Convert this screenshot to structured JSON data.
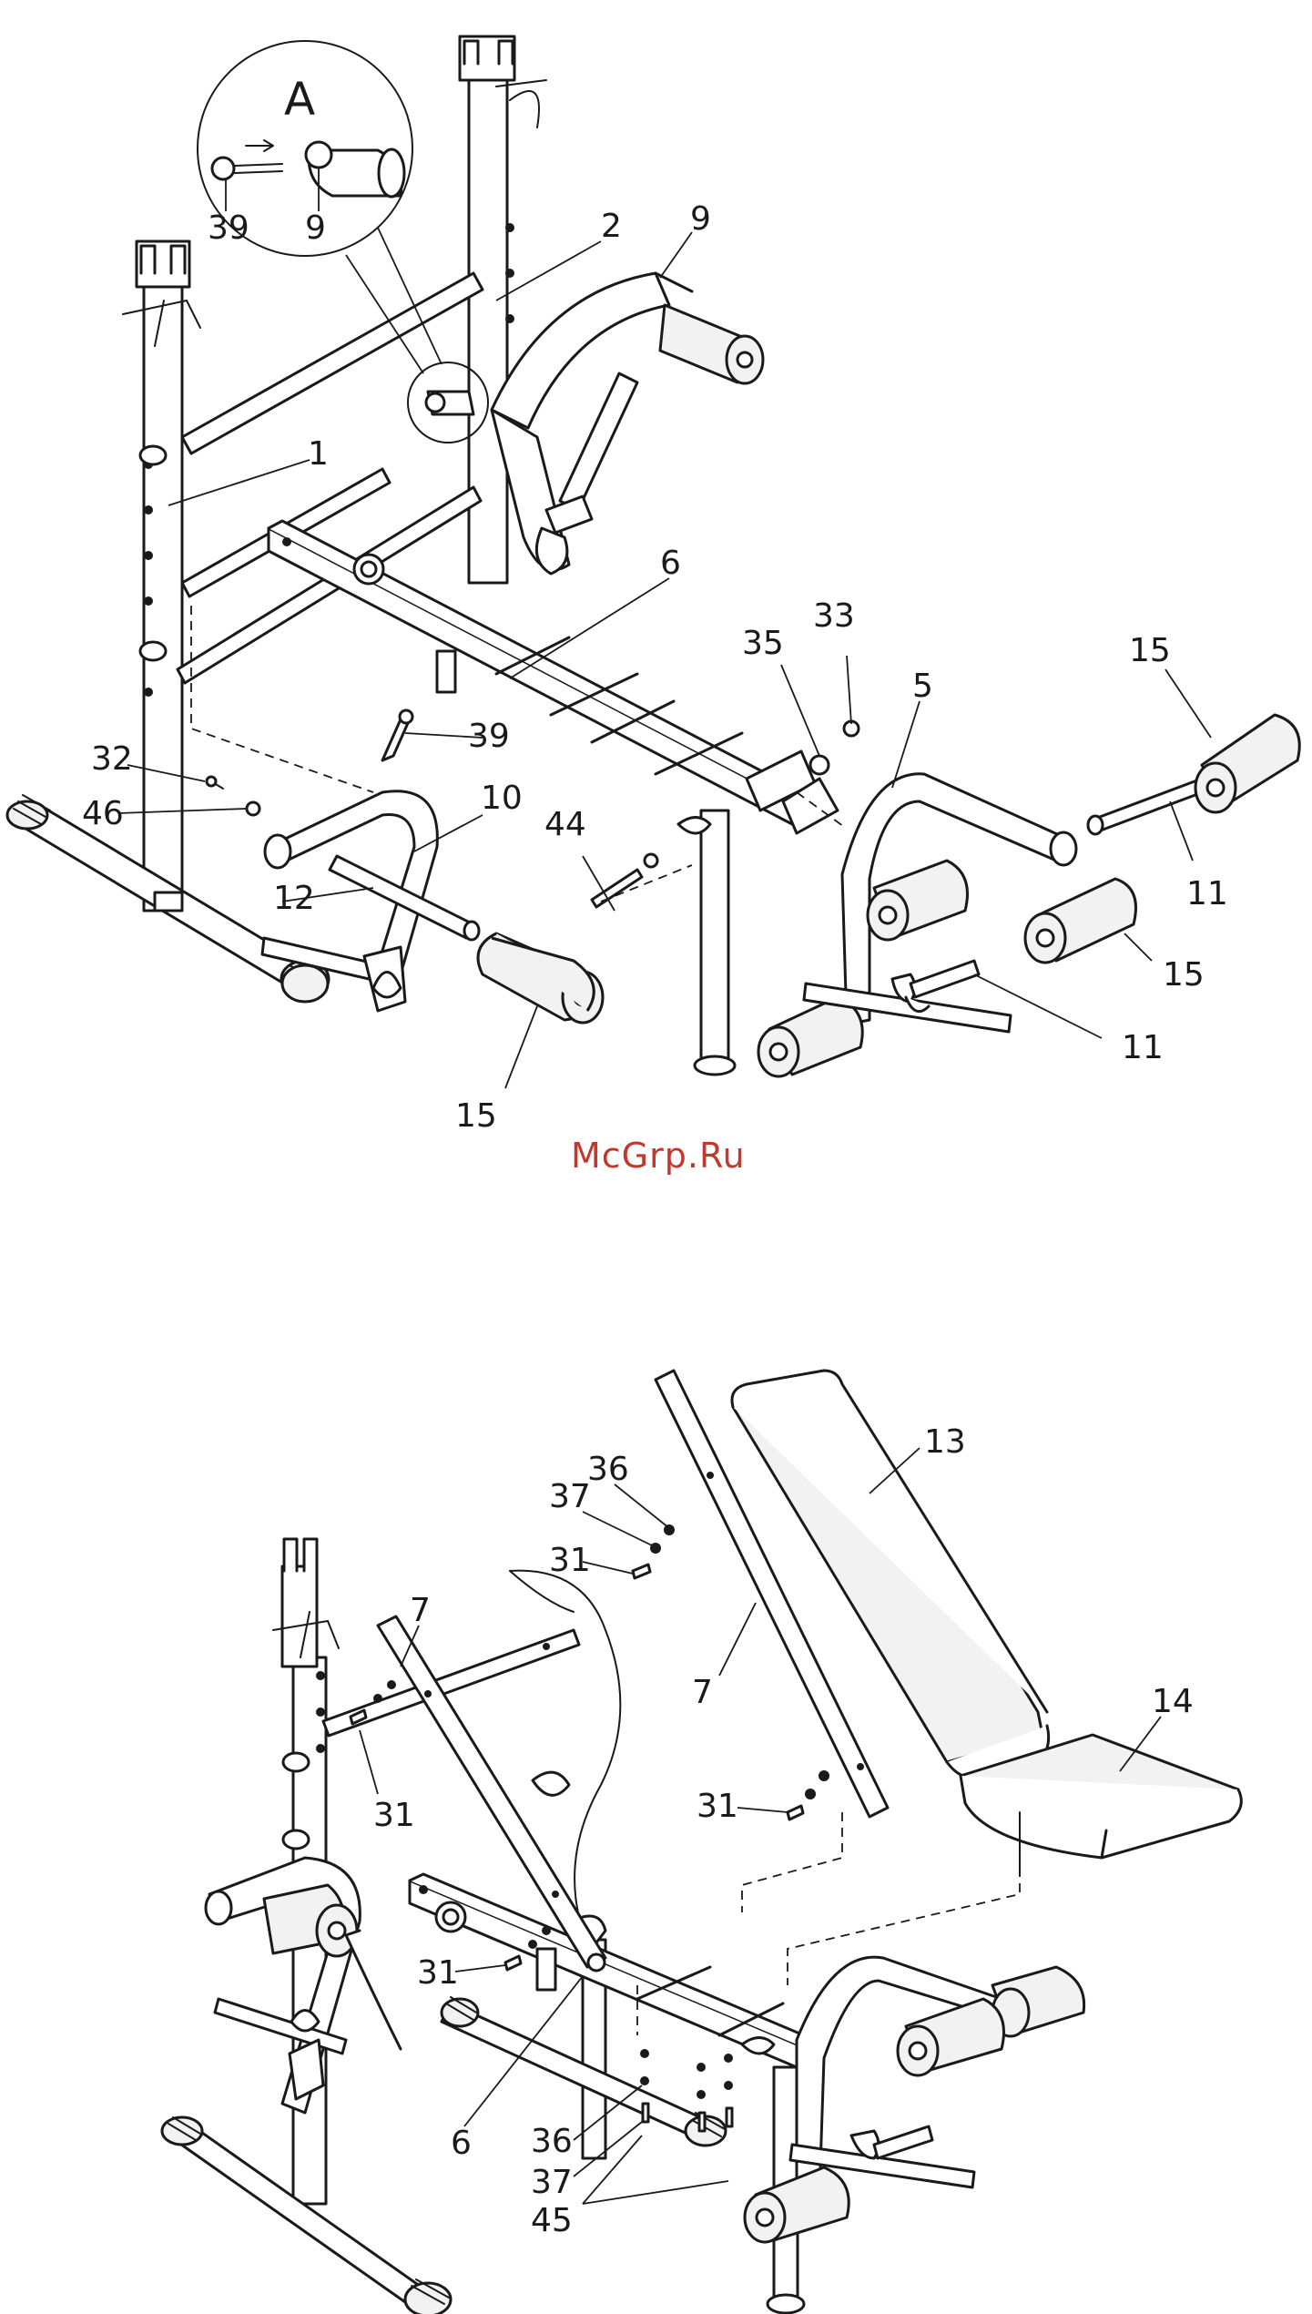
{
  "watermark": {
    "text": "McGrp.Ru",
    "color": "#c0392b"
  },
  "figure_top": {
    "detail": {
      "letter": "A",
      "labels": [
        "39",
        "9"
      ]
    },
    "callouts": [
      "1",
      "2",
      "9",
      "6",
      "35",
      "33",
      "5",
      "15",
      "11",
      "39",
      "32",
      "46",
      "10",
      "44",
      "12",
      "15",
      "15",
      "11"
    ]
  },
  "figure_bottom": {
    "callouts": [
      "36",
      "37",
      "31",
      "13",
      "7",
      "7",
      "14",
      "31",
      "31",
      "31",
      "6",
      "36",
      "37",
      "45"
    ]
  }
}
